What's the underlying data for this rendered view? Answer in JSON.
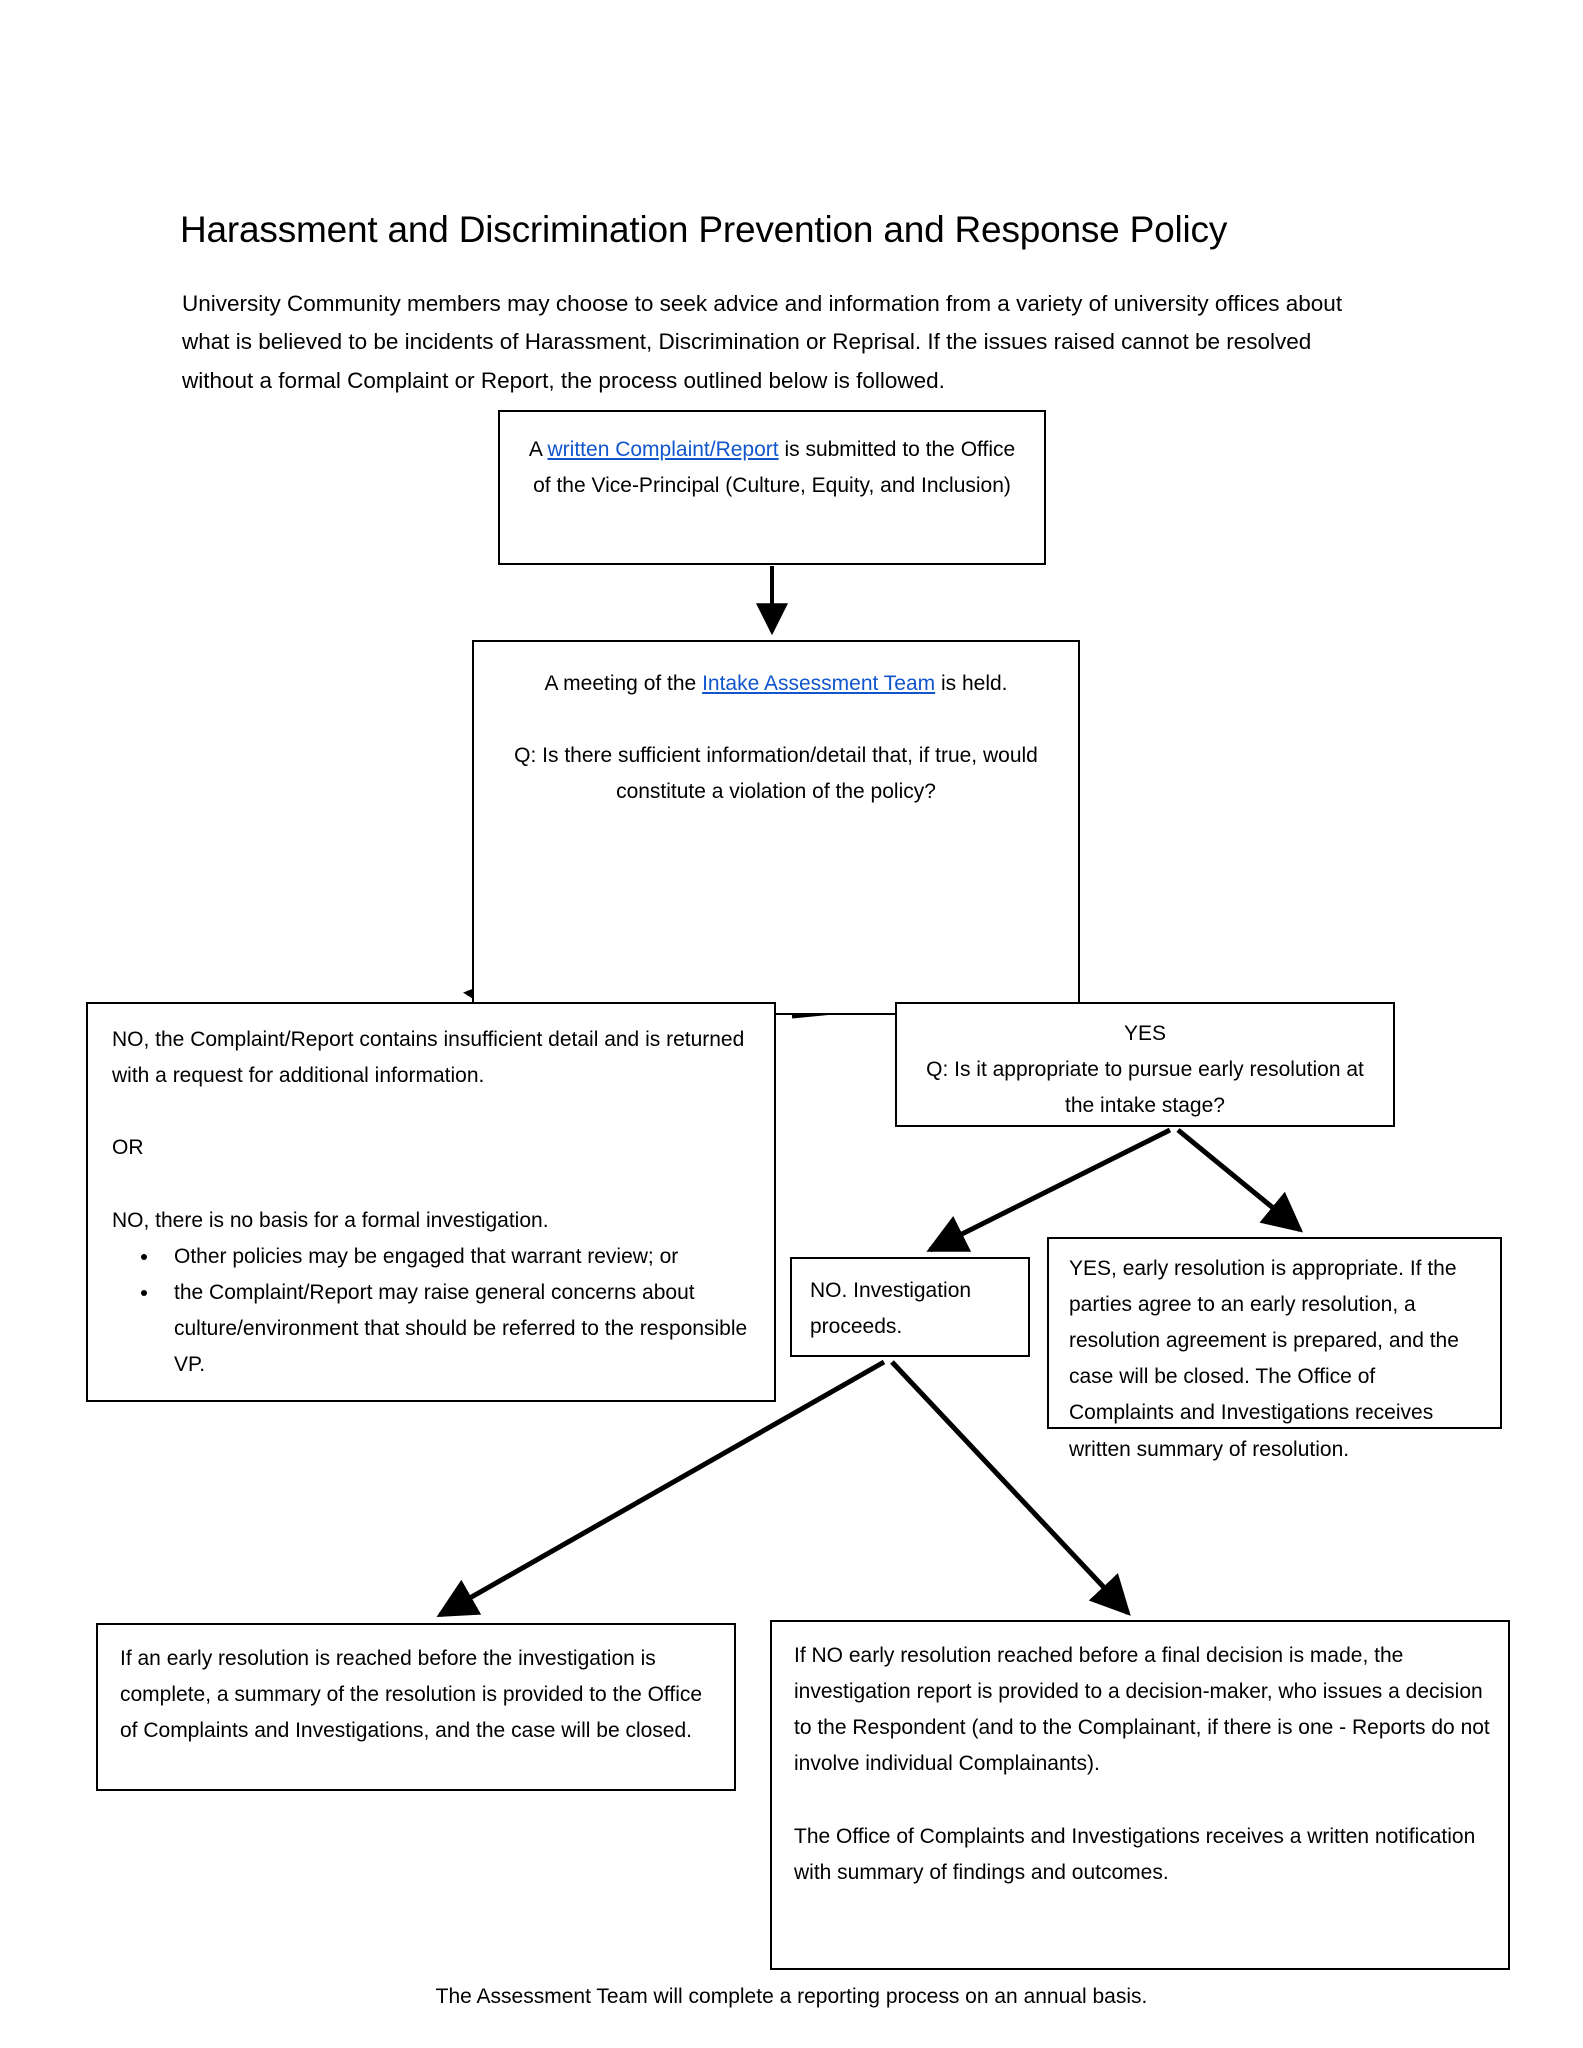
{
  "document": {
    "title": "Harassment and Discrimination Prevention and Response Policy",
    "intro": "University Community members may choose to seek advice and information from a variety of university offices about what is believed to be incidents of Harassment, Discrimination or Reprisal.  If the issues raised cannot be resolved without a formal Complaint or Report, the process outlined below is followed.",
    "footer": "The Assessment Team will complete a reporting process on an annual basis."
  },
  "flowchart": {
    "type": "flowchart",
    "link_color": "#1155cc",
    "border_color": "#000000",
    "nodes": {
      "submit": {
        "id": "submit",
        "text_before_link": "A ",
        "link_text": "written Complaint/Report",
        "text_after_link": " is submitted to the Office of the Vice-Principal (Culture, Equity, and Inclusion)",
        "align": "center"
      },
      "intake": {
        "id": "intake",
        "line1_before_link": "A meeting of the ",
        "line1_link": "Intake Assessment Team",
        "line1_after_link": " is held.",
        "question": "Q: Is there sufficient information/detail that, if true, would constitute a violation of the policy?",
        "align": "center"
      },
      "no_detail": {
        "id": "no_detail",
        "para1": "NO, the Complaint/Report contains insufficient detail and is returned with a request for additional information.",
        "or": "OR",
        "para2": "NO, there is no basis for a formal investigation.",
        "bullets": [
          "Other policies may be engaged that warrant review; or",
          "the Complaint/Report may raise general concerns about culture/environment that should be referred to the responsible VP."
        ],
        "align": "left"
      },
      "yes_question": {
        "id": "yes_question",
        "label": "YES",
        "question": "Q: Is it appropriate to pursue early resolution at the intake stage?",
        "align": "center"
      },
      "no_investigation": {
        "id": "no_investigation",
        "text": "NO. Investigation proceeds.",
        "align": "left"
      },
      "yes_early_resolution": {
        "id": "yes_early_resolution",
        "text": "YES, early resolution is appropriate. If the parties agree to an early resolution, a resolution agreement is prepared, and the case will be closed. The Office of Complaints and Investigations receives written summary of resolution.",
        "align": "left"
      },
      "early_resolution_reached": {
        "id": "early_resolution_reached",
        "text": "If an early resolution is reached before the investigation is complete, a summary of the resolution is provided to the Office of Complaints and Investigations, and the case will be closed.",
        "align": "left"
      },
      "no_early_resolution": {
        "id": "no_early_resolution",
        "para1": "If NO early resolution reached before a final decision is made, the investigation report is provided to a decision-maker, who issues a decision to the Respondent (and to the Complainant, if there is one - Reports do not involve individual Complainants).",
        "para2": "The Office of Complaints and Investigations receives a written notification with summary of findings and outcomes.",
        "align": "left"
      }
    },
    "edges": [
      {
        "from": "submit",
        "to": "intake",
        "label": ""
      },
      {
        "from": "intake",
        "to": "no_detail",
        "label": ""
      },
      {
        "from": "intake",
        "to": "yes_question",
        "label": ""
      },
      {
        "from": "yes_question",
        "to": "no_investigation",
        "label": ""
      },
      {
        "from": "yes_question",
        "to": "yes_early_resolution",
        "label": ""
      },
      {
        "from": "no_investigation",
        "to": "early_resolution_reached",
        "label": ""
      },
      {
        "from": "no_investigation",
        "to": "no_early_resolution",
        "label": ""
      }
    ]
  }
}
